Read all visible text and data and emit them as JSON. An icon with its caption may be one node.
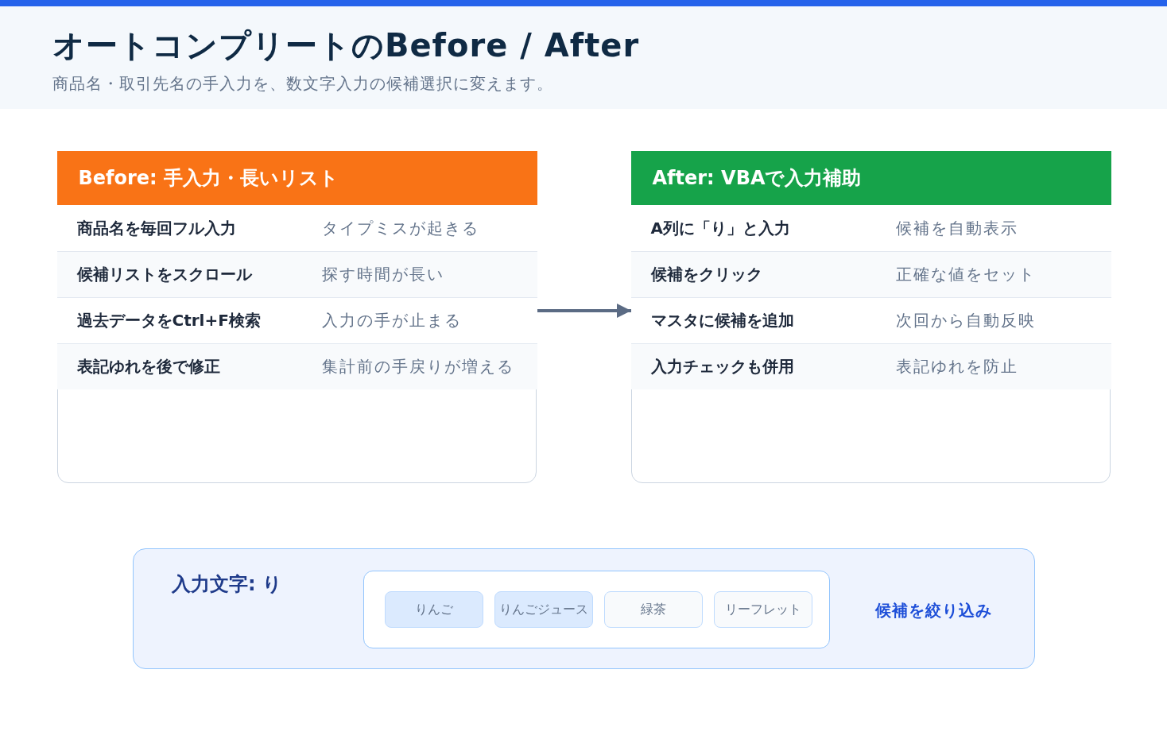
{
  "diagram": {
    "title": "オートコンプリートのBefore / After",
    "nodes": [
      {
        "text": [
          "Before: 手入力・長いリスト"
        ]
      },
      {
        "text": [
          "商品名を毎回フル入力",
          "タイプミスが起きる"
        ],
        "in": 0
      },
      {
        "text": [
          "候補リストをスクロール",
          "探す時間が長い"
        ],
        "in": 0
      },
      {
        "text": [
          "過去データをCtrl+F検索",
          "入力の手が止まる"
        ],
        "in": 0
      },
      {
        "text": [
          "表記ゆれを後で修正",
          "集計前の手戻りが増える"
        ],
        "in": 0
      },
      {
        "text": [
          "After: VBAで入力補助"
        ]
      },
      {
        "text": [
          "A列に「り」と入力",
          "候補を自動表示"
        ],
        "in": 5
      },
      {
        "text": [
          "候補をクリック",
          "正確な値をセット"
        ],
        "in": 5
      },
      {
        "text": [
          "マスタに候補を追加",
          "次回から自動反映"
        ],
        "in": 5
      },
      {
        "text": [
          "入力チェックも併用",
          "表記ゆれを防止"
        ],
        "in": 5
      },
      {
        "text": [
          "入力文字: り",
          "候補を絞り込み"
        ]
      },
      {
        "text": [],
        "shape": "box",
        "in": 10
      },
      {
        "text": [
          "りんご"
        ],
        "in": 11
      },
      {
        "text": [
          "りんごジュース"
        ],
        "in": 11
      },
      {
        "text": [
          "緑茶"
        ],
        "in": 11
      },
      {
        "text": [
          "リーフレット"
        ],
        "in": 11
      }
    ],
    "edges": [
      {
        "from": 0,
        "to": 5,
        "arrow": "to"
      }
    ],
    "labels": [
      "商品名・取引先名の手入力を、数文字入力の候補選択に変えます。"
    ]
  }
}
